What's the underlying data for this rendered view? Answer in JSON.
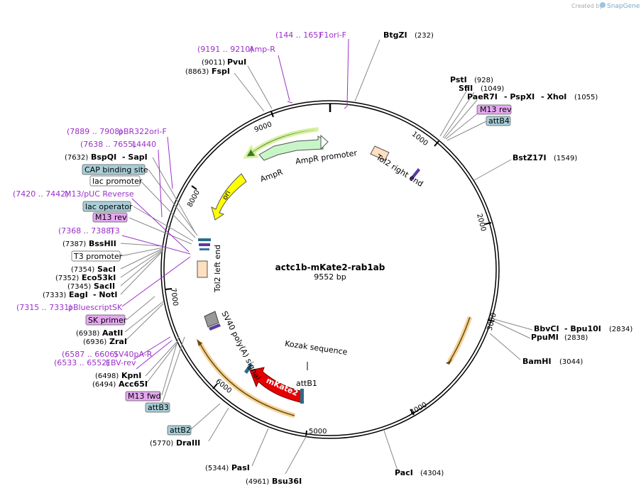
{
  "credit": "Created by",
  "brand": "SnapGene",
  "plasmid": {
    "name": "actc1b-mKate2-rab1ab",
    "length": "9552 bp"
  },
  "colors": {
    "primer": "#9b30c8",
    "feature_box_blue": "#a9cfd8",
    "feature_box_pink": "#e5a8f0",
    "mkate2": "#e60000",
    "ori": "#ffff00",
    "ampr": "#c8f5c8",
    "orange_glow": "#f5d49a"
  },
  "labels": {
    "btgzi": {
      "name": "BtgZI",
      "pos": "(232)"
    },
    "f1ori": {
      "range": "(144 .. 165)",
      "name": "F1ori-F"
    },
    "ampR_primer": {
      "range": "(9191 .. 9210)",
      "name": "Amp-R"
    },
    "pvui": {
      "pos": "(9011)",
      "name": "PvuI"
    },
    "fspi": {
      "pos": "(8863)",
      "name": "FspI"
    },
    "psti": {
      "name": "PstI",
      "pos": "(928)"
    },
    "sfii": {
      "name": "SfiI",
      "pos": "(1049)"
    },
    "paer7i": {
      "name": "PaeR7I",
      "name2": "PspXI",
      "name3": "XhoI",
      "pos": "(1055)"
    },
    "m13rev_r": {
      "name": "M13 rev"
    },
    "attb4": {
      "name": "attB4"
    },
    "bstz17i": {
      "name": "BstZ17I",
      "pos": "(1549)"
    },
    "pbr322": {
      "range": "(7889 .. 7908)",
      "name": "pBR322ori-F"
    },
    "l4440": {
      "range": "(7638 .. 7655)",
      "name": "L4440"
    },
    "bspqi": {
      "pos": "(7632)",
      "name": "BspQI",
      "name2": "SapI"
    },
    "cap": {
      "name": "CAP binding site"
    },
    "lacprom": {
      "name": "lac promoter"
    },
    "m13puc": {
      "range": "(7420 .. 7442)",
      "name": "M13/pUC Reverse"
    },
    "lacop": {
      "name": "lac operator"
    },
    "m13rev_l": {
      "name": "M13 rev"
    },
    "t3": {
      "range": "(7368 .. 7388)",
      "name": "T3"
    },
    "bsshii": {
      "pos": "(7387)",
      "name": "BssHII"
    },
    "t3prom": {
      "name": "T3 promoter"
    },
    "saci": {
      "pos": "(7354)",
      "name": "SacI"
    },
    "eco53ki": {
      "pos": "(7352)",
      "name": "Eco53kI"
    },
    "sacii": {
      "pos": "(7345)",
      "name": "SacII"
    },
    "eagi": {
      "pos": "(7333)",
      "name": "EagI",
      "name2": "NotI"
    },
    "pbluescript": {
      "range": "(7315 .. 7331)",
      "name": "pBluescriptSK"
    },
    "skprimer": {
      "name": "SK primer"
    },
    "aatii": {
      "pos": "(6938)",
      "name": "AatII"
    },
    "zrai": {
      "pos": "(6936)",
      "name": "ZraI"
    },
    "sv40pa": {
      "range": "(6587 .. 6606)",
      "name": "SV40pA-R"
    },
    "ebv": {
      "range": "(6533 .. 6552)",
      "name": "EBV-rev"
    },
    "kpni": {
      "pos": "(6498)",
      "name": "KpnI"
    },
    "acc65i": {
      "pos": "(6494)",
      "name": "Acc65I"
    },
    "m13fwd": {
      "name": "M13 fwd"
    },
    "attb3": {
      "name": "attB3"
    },
    "attb2": {
      "name": "attB2"
    },
    "draiii": {
      "pos": "(5770)",
      "name": "DraIII"
    },
    "pasi": {
      "pos": "(5344)",
      "name": "PasI"
    },
    "bsu36i": {
      "pos": "(4961)",
      "name": "Bsu36I"
    },
    "paci": {
      "name": "PacI",
      "pos": "(4304)"
    },
    "bamhi": {
      "name": "BamHI",
      "pos": "(3044)"
    },
    "ppumi": {
      "name": "PpuMI",
      "pos": "(2838)"
    },
    "bbvci": {
      "name": "BbvCI",
      "name2": "Bpu10I",
      "pos": "(2834)"
    }
  },
  "ticks": [
    "1000",
    "2000",
    "3000",
    "4000",
    "5000",
    "6000",
    "7000",
    "8000",
    "9000"
  ],
  "features": {
    "ampr": "AmpR",
    "ampr_promoter": "AmpR promoter",
    "ori": "ori",
    "tol2_right": "Tol2 right end",
    "tol2_left": "Tol2 left end",
    "sv40": "SV40 poly(A) signal",
    "mkate2": "mKate2",
    "attb1": "attB1",
    "kozak": "Kozak sequence"
  }
}
